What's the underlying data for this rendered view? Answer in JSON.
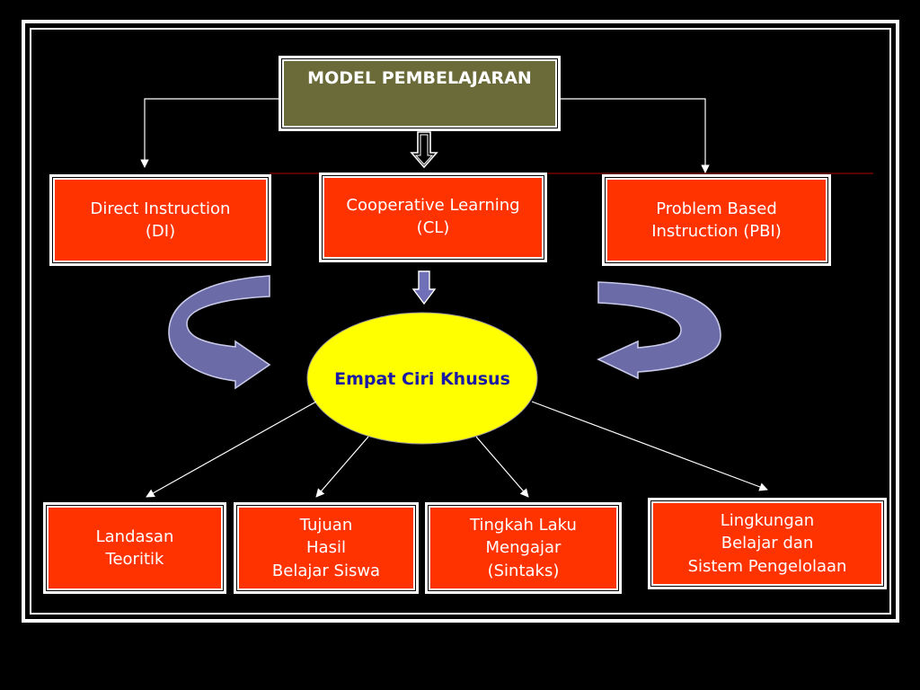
{
  "title": "MODEL PEMBELAJARAN",
  "models": [
    {
      "lines": [
        "Direct Instruction",
        "(DI)"
      ]
    },
    {
      "lines": [
        "Cooperative Learning",
        "(CL)"
      ]
    },
    {
      "lines": [
        "Problem Based",
        "Instruction (PBI)"
      ]
    }
  ],
  "center": "Empat Ciri Khusus",
  "features": [
    {
      "lines": [
        "Landasan",
        "Teoritik"
      ]
    },
    {
      "lines": [
        "Tujuan",
        "Hasil",
        "Belajar Siswa"
      ]
    },
    {
      "lines": [
        "Tingkah Laku",
        "Mengajar",
        "(Sintaks)"
      ]
    },
    {
      "lines": [
        "Lingkungan",
        "Belajar dan",
        "Sistem Pengelolaan"
      ]
    }
  ],
  "colors": {
    "box_red": "#ff3300",
    "title_olive": "#6b6b3a",
    "ellipse_yellow": "#ffff00",
    "center_text": "#1a1aa6",
    "curved_arrow": "#6b6ba8"
  }
}
